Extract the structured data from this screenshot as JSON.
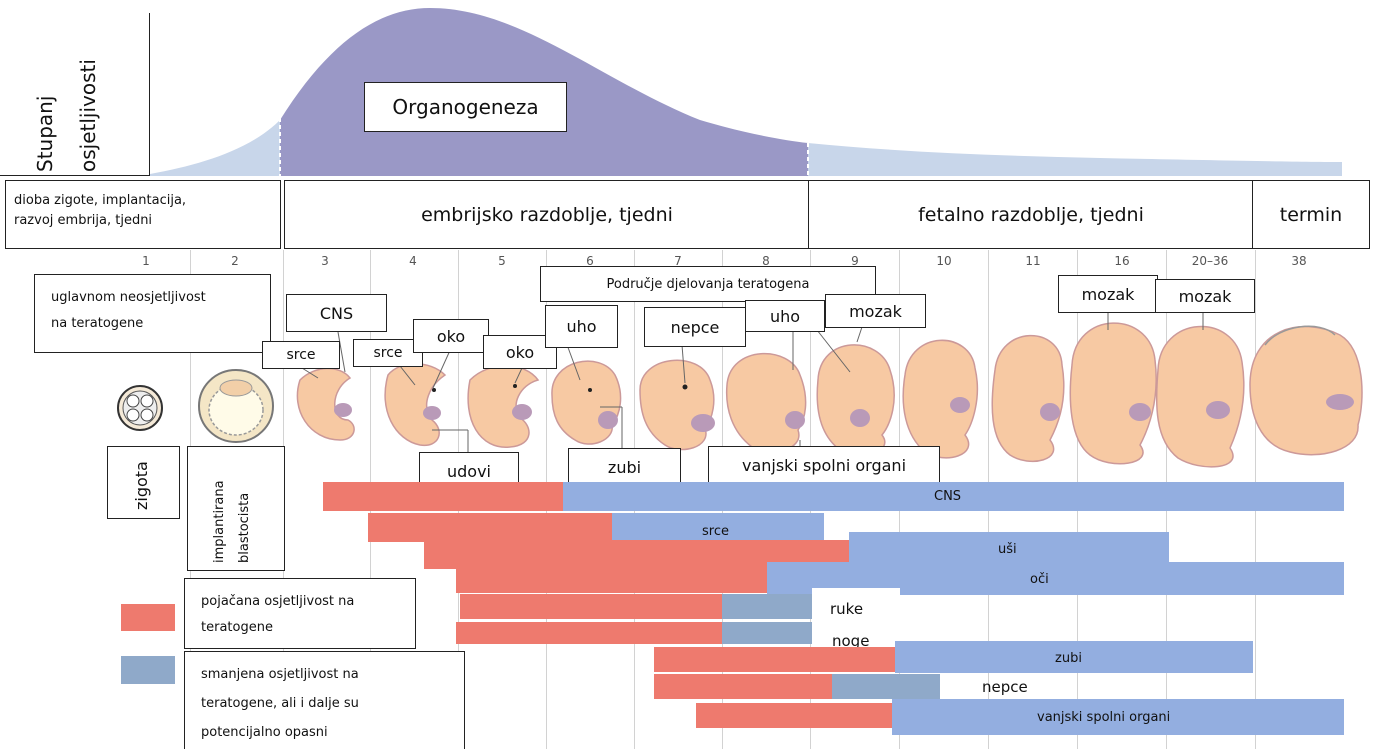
{
  "colors": {
    "increased": "#ee7a6e",
    "reduced": "#8fa9c9",
    "organogenesis_fill": "#9a98c6",
    "curve_light": "#c8d6ea",
    "bar_blue": "#93aee0",
    "bar_light_blue": "#a6bed6"
  },
  "ylabel_line1": "Stupanj",
  "ylabel_line2": "osjetljivosti",
  "curve_label": "Organogeneza",
  "periods": {
    "zygote": "dioba zigote, implantacija,\nrazvoj embrija, tjedni",
    "embryo": "embrijsko razdoblje, tjedni",
    "fetal": "fetalno razdoblje, tjedni",
    "term": "termin"
  },
  "weeks": [
    "1",
    "2",
    "3",
    "4",
    "5",
    "6",
    "7",
    "8",
    "9",
    "10",
    "11",
    "16",
    "20–36",
    "38"
  ],
  "notes": {
    "insensitive": "uglavnom neosjetljivost\nna teratogene",
    "area": "Područje djelovanja teratogena",
    "zigota": "zigota",
    "blastocista": "implantirana\nblastocista"
  },
  "organ_labels": {
    "cns": "CNS",
    "srce1": "srce",
    "srce2": "srce",
    "oko1": "oko",
    "oko2": "oko",
    "uho1": "uho",
    "nepce": "nepce",
    "uho2": "uho",
    "mozak1": "mozak",
    "mozak2": "mozak",
    "mozak3": "mozak",
    "udovi": "udovi",
    "zubi": "zubi",
    "genitals": "vanjski spolni organi"
  },
  "legend": {
    "increased": "pojačana osjetljivost na\nteratogene",
    "reduced": "smanjena osjetljivost na\nteratogene, ali i dalje su\npotencijalno opasni"
  },
  "bars": [
    {
      "label": "CNS"
    },
    {
      "label": "srce"
    },
    {
      "label": "uši"
    },
    {
      "label": "oči"
    },
    {
      "label": "ruke"
    },
    {
      "label": "noge"
    },
    {
      "label": "zubi"
    },
    {
      "label": "nepce"
    },
    {
      "label": "vanjski spolni organi"
    }
  ]
}
